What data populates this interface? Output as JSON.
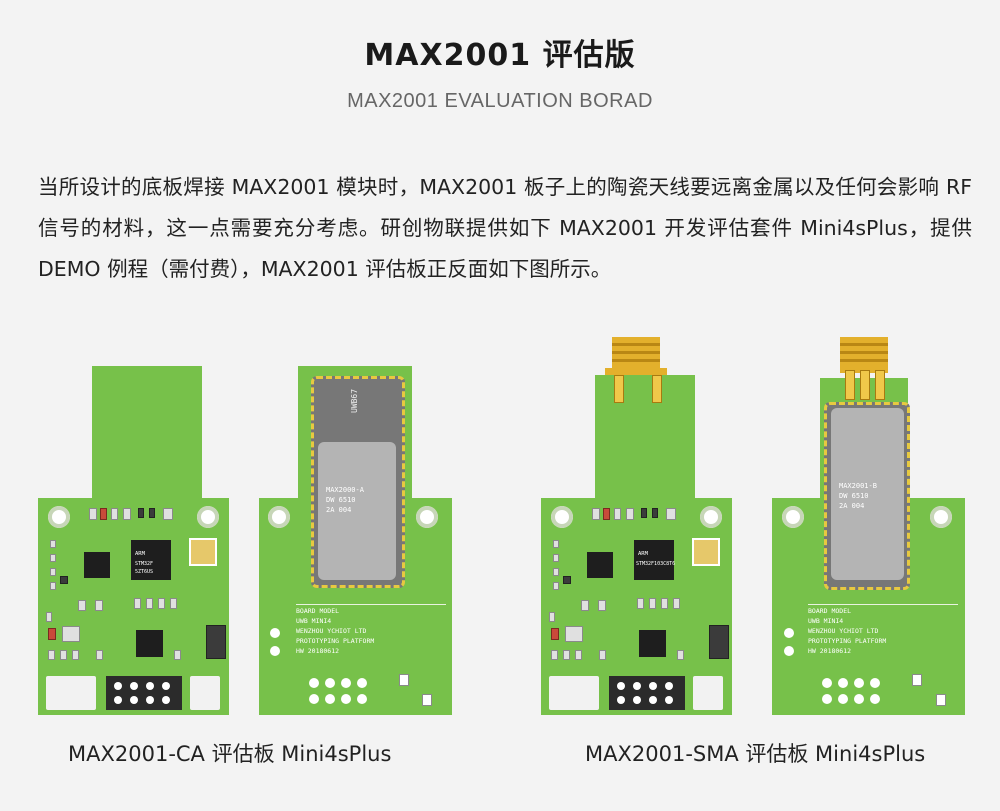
{
  "header": {
    "title": "MAX2001 评估版",
    "subtitle": "MAX2001 EVALUATION BORAD"
  },
  "intro": {
    "paragraph": "当所设计的底板焊接 MAX2001 模块时，MAX2001 板子上的陶瓷天线要远离金属以及任何会影响 RF 信号的材料，这一点需要充分考虑。研创物联提供如下 MAX2001 开发评估套件 Mini4sPlus，提供 DEMO 例程（需付费），MAX2001 评估板正反面如下图所示。"
  },
  "boards": {
    "ca": {
      "caption": "MAX2001-CA 评估板 Mini4sPlus",
      "front_chip_label": "ARM",
      "front_chip_code": "STM32F 5ZT6US",
      "back_module_tag": "UWB67",
      "back_module_text": "MAX2000-A\nDW 6510\n2A 004",
      "silk": "BOARD MODEL\nUWB MINI4\nWENZHOU YCHIOT LTD\nPROTOTYPING PLATFORM\nHW 20180612"
    },
    "sma": {
      "caption": "MAX2001-SMA 评估板 Mini4sPlus",
      "front_chip_label": "ARM",
      "front_chip_code": "STM32F103C8T6",
      "back_module_text": "MAX2001-B\nDW 6510\n2A 004",
      "silk": "BOARD MODEL\nUWB MINI4\nWENZHOU YCHIOT LTD\nPROTOTYPING PLATFORM\nHW 20180612"
    }
  },
  "colors": {
    "pcb_green": "#77c14a",
    "module_gray": "#777777",
    "gold": "#e3b02c",
    "background": "#f3f3f3"
  }
}
